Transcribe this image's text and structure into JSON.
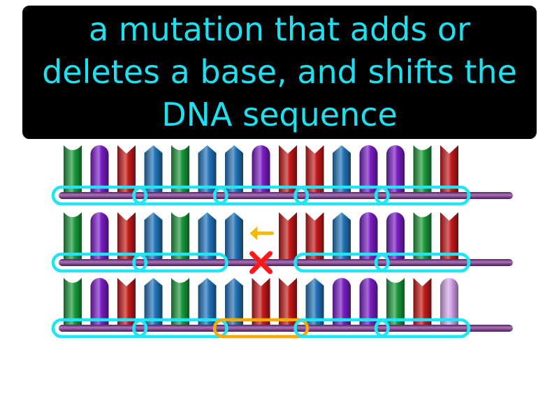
{
  "caption": {
    "text": "a mutation that adds or deletes a base, and shifts the DNA sequence"
  },
  "colors": {
    "caption_background": "#000000",
    "caption_text": "#1ee0f0",
    "backbone": "#7a2a8f",
    "codon_outline": "#22e4f5",
    "shifted_codon_outline": "#f5a90d",
    "arrow": "#f5b800",
    "deletion_mark": "#ff1a1a"
  },
  "bases": {
    "G": {
      "name": "green",
      "color": "#1b9a3c",
      "shape": "flat-notch"
    },
    "P": {
      "name": "purple",
      "color": "#7a1fc4",
      "shape": "rounded"
    },
    "R": {
      "name": "red",
      "color": "#c41a1a",
      "shape": "v-notch"
    },
    "B": {
      "name": "blue",
      "color": "#2273b8",
      "shape": "pointed"
    },
    "L": {
      "name": "light-purple",
      "color": "#d4a6ea",
      "shape": "rounded"
    }
  },
  "strands": [
    {
      "id": "original",
      "sequence": [
        "G",
        "P",
        "R",
        "B",
        "G",
        "B",
        "B",
        "P",
        "R",
        "R",
        "B",
        "P",
        "P",
        "G",
        "R"
      ],
      "codons": [
        [
          0,
          2
        ],
        [
          3,
          5
        ],
        [
          6,
          8
        ],
        [
          9,
          11
        ],
        [
          12,
          14
        ]
      ],
      "missing_codon": null,
      "highlight_codon": null
    },
    {
      "id": "deletion",
      "sequence": [
        "G",
        "P",
        "R",
        "B",
        "G",
        "B",
        "B",
        null,
        "R",
        "R",
        "B",
        "P",
        "P",
        "G",
        "R"
      ],
      "codons": [
        [
          0,
          2
        ],
        [
          3,
          5
        ],
        [
          9,
          11
        ],
        [
          12,
          14
        ]
      ],
      "missing_codon": 2,
      "highlight_codon": null,
      "deleted_index": 7,
      "arrow_direction": "left"
    },
    {
      "id": "shifted",
      "sequence": [
        "G",
        "P",
        "R",
        "B",
        "G",
        "B",
        "B",
        "R",
        "R",
        "B",
        "P",
        "P",
        "G",
        "R",
        "L"
      ],
      "codons": [
        [
          0,
          2
        ],
        [
          3,
          5
        ],
        [
          6,
          8
        ],
        [
          9,
          11
        ],
        [
          12,
          14
        ]
      ],
      "missing_codon": null,
      "highlight_codon": 2
    }
  ]
}
